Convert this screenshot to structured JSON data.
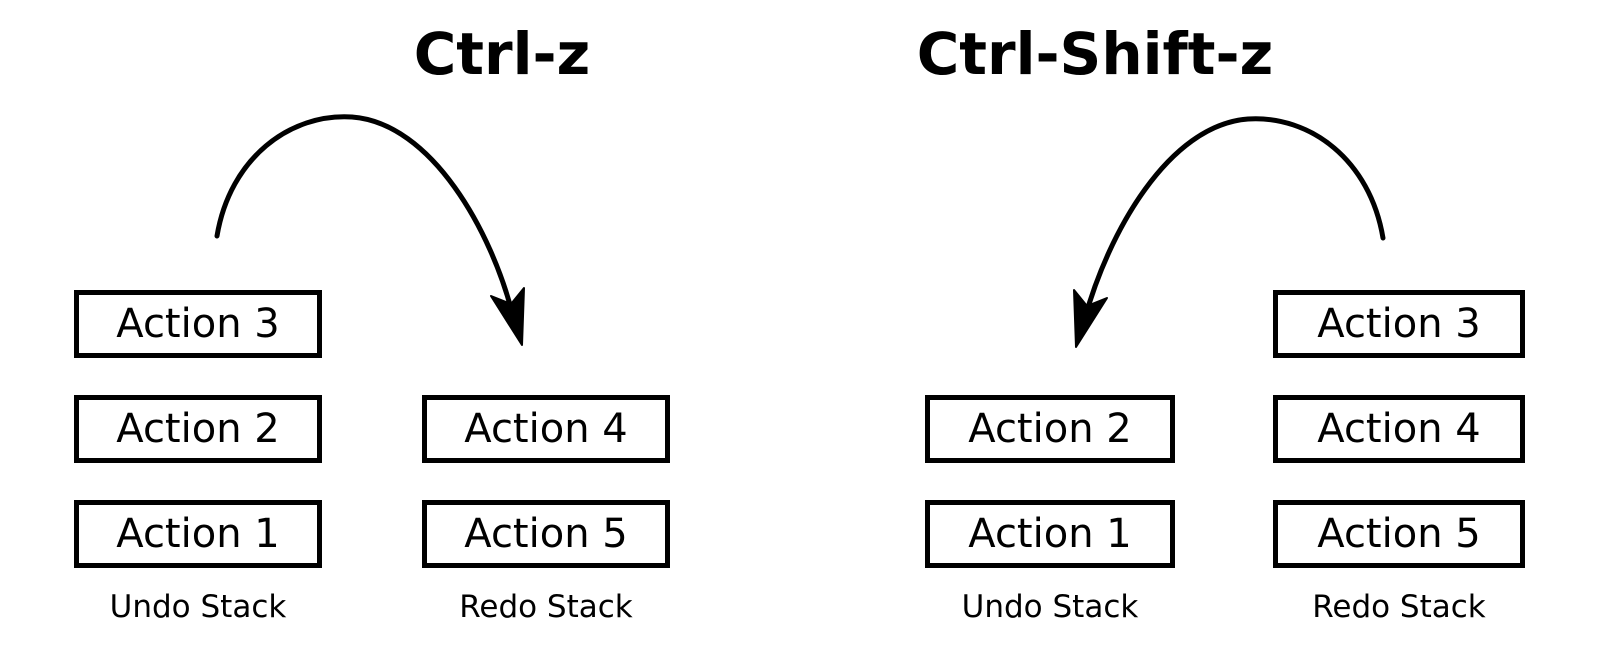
{
  "diagram": {
    "background_color": "#ffffff",
    "ink_color": "#000000",
    "panels": [
      {
        "title": "Ctrl-z",
        "arrow": {
          "name": "undo-arrow",
          "from": "undo-stack-top",
          "to": "redo-stack-top",
          "direction": "left-to-right"
        },
        "stacks": [
          {
            "label": "Undo Stack",
            "items": [
              "Action 3",
              "Action 2",
              "Action 1"
            ]
          },
          {
            "label": "Redo Stack",
            "items": [
              "Action 4",
              "Action 5"
            ]
          }
        ]
      },
      {
        "title": "Ctrl-Shift-z",
        "arrow": {
          "name": "redo-arrow",
          "from": "redo-stack-top",
          "to": "undo-stack-top",
          "direction": "right-to-left"
        },
        "stacks": [
          {
            "label": "Undo Stack",
            "items": [
              "Action 2",
              "Action 1"
            ]
          },
          {
            "label": "Redo Stack",
            "items": [
              "Action 3",
              "Action 4",
              "Action 5"
            ]
          }
        ]
      }
    ]
  }
}
